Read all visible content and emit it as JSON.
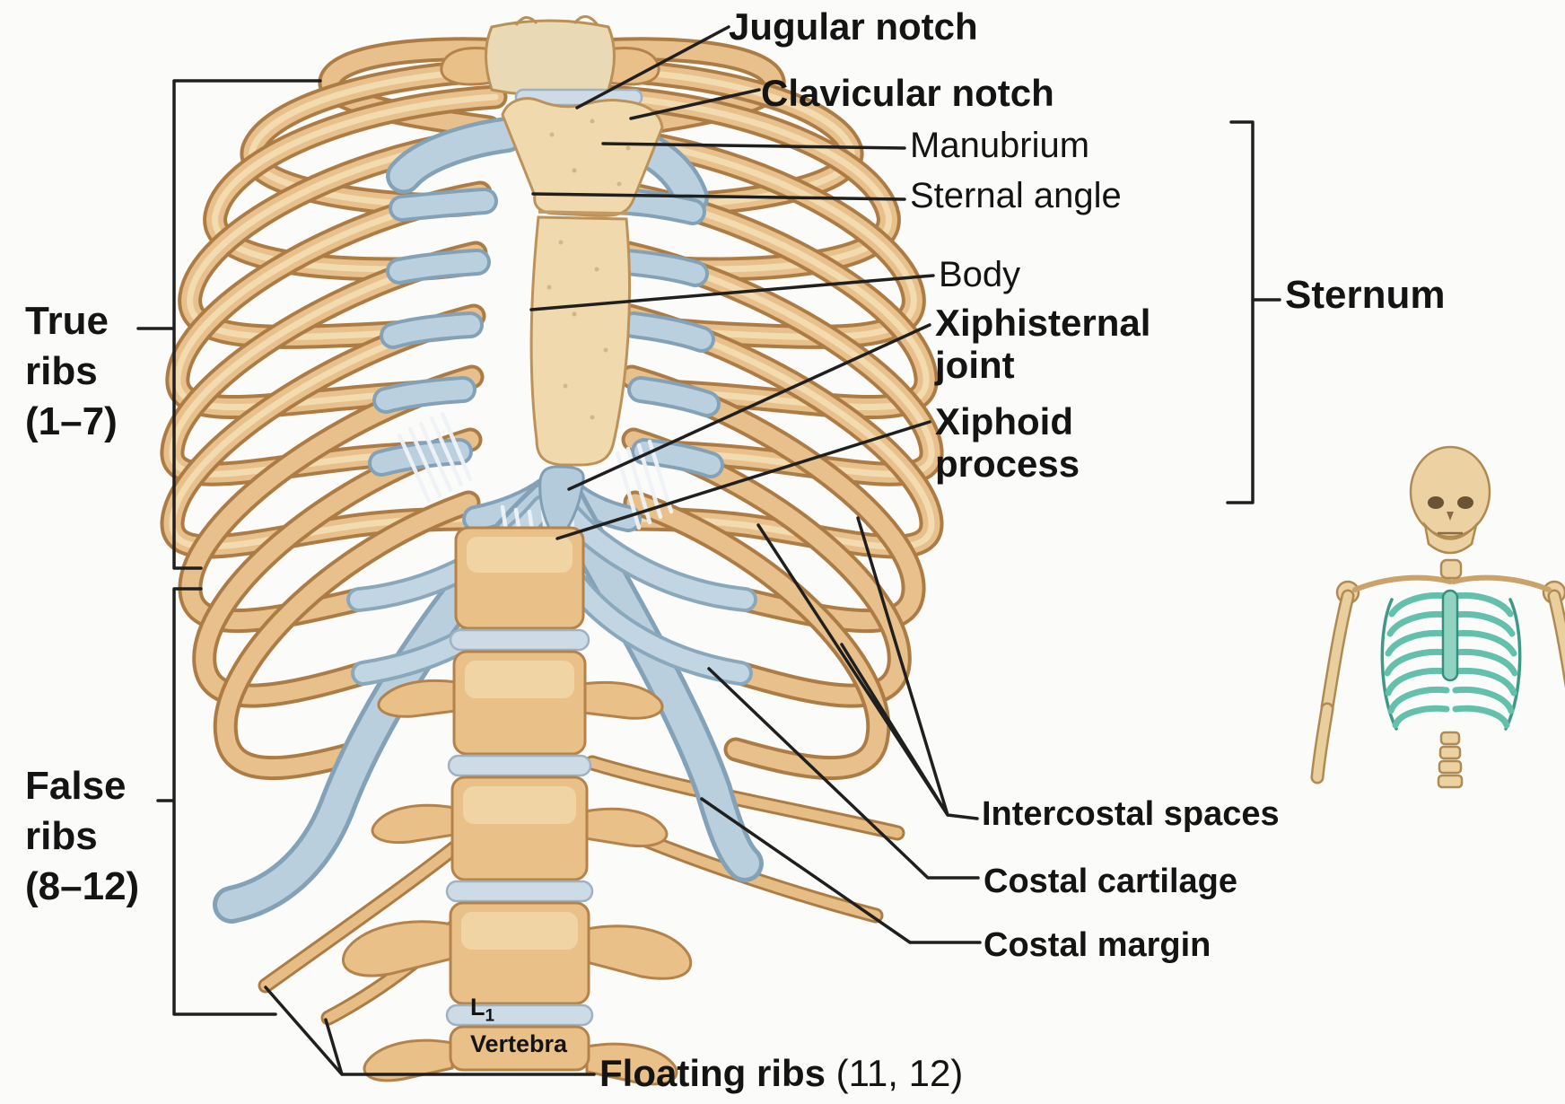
{
  "figure": {
    "type": "anatomical-diagram",
    "subject": "thoracic cage (rib cage), anterior view"
  },
  "labels": {
    "jugular_notch": "Jugular notch",
    "clavicular_notch": "Clavicular notch",
    "manubrium": "Manubrium",
    "sternal_angle": "Sternal angle",
    "body": "Body",
    "xiphisternal_joint_lines": [
      "Xiphisternal",
      "joint"
    ],
    "xiphoid_process_lines": [
      "Xiphoid",
      "process"
    ],
    "sternum": "Sternum",
    "true_ribs_lines": [
      "True",
      "ribs",
      "(1–7)"
    ],
    "false_ribs_lines": [
      "False",
      "ribs",
      "(8–12)"
    ],
    "intercostal_spaces": "Intercostal spaces",
    "costal_cartilage": "Costal cartilage",
    "costal_margin": "Costal margin",
    "floating_ribs": {
      "name": "Floating ribs",
      "numbers": " (11, 12)"
    },
    "l1_vertebra": {
      "letter": "L",
      "subscript": "1",
      "word": "Vertebra"
    }
  },
  "colors": {
    "background": "#fbfbfa",
    "bone_fill": "#e8c08c",
    "bone_outline": "#ad7c44",
    "sternum_fill": "#efd9ad",
    "cartilage_fill": "#b9cfde",
    "cartilage_outline": "#83a2b8",
    "disc_fill": "#cddbe6",
    "leader_line": "#1f1f1f",
    "label_text": "#141414",
    "inset_rib_teal": "#63c1ab",
    "inset_bone": "#ecd2a3"
  }
}
